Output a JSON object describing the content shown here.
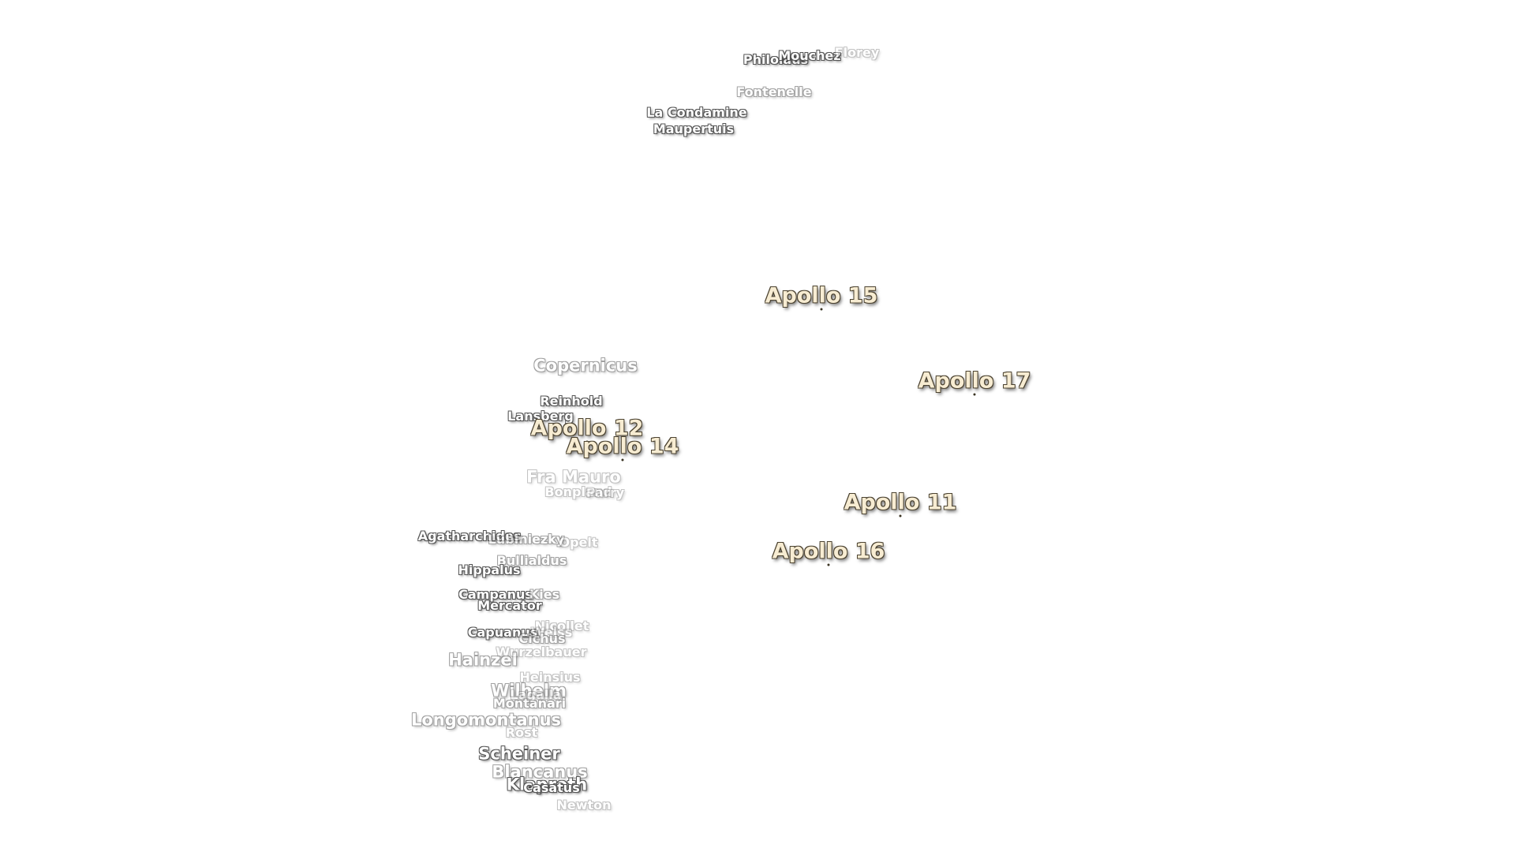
{
  "map": {
    "apollo_sites": [
      {
        "name": "Apollo 15"
      },
      {
        "name": "Apollo 17"
      },
      {
        "name": "Apollo 12"
      },
      {
        "name": "Apollo 14"
      },
      {
        "name": "Apollo 11"
      },
      {
        "name": "Apollo 16"
      }
    ],
    "craters": [
      {
        "name": "Philolaus"
      },
      {
        "name": "Mouchez"
      },
      {
        "name": "Florey"
      },
      {
        "name": "Fontenelle"
      },
      {
        "name": "La Condamine"
      },
      {
        "name": "Maupertuis"
      },
      {
        "name": "Copernicus"
      },
      {
        "name": "Reinhold"
      },
      {
        "name": "Lansberg"
      },
      {
        "name": "Fra Mauro"
      },
      {
        "name": "Bonpland"
      },
      {
        "name": "Parry"
      },
      {
        "name": "Agatharchides"
      },
      {
        "name": "Lubiniezky"
      },
      {
        "name": "Opelt"
      },
      {
        "name": "Bullialdus"
      },
      {
        "name": "Hippalus"
      },
      {
        "name": "Campanus"
      },
      {
        "name": "Kies"
      },
      {
        "name": "Mercator"
      },
      {
        "name": "Capuanus"
      },
      {
        "name": "Nicollet"
      },
      {
        "name": "Weiss"
      },
      {
        "name": "Cichus"
      },
      {
        "name": "Wurzelbauer"
      },
      {
        "name": "Hainzel"
      },
      {
        "name": "Heinsius"
      },
      {
        "name": "Wilhelm"
      },
      {
        "name": "Lagalla"
      },
      {
        "name": "Montanari"
      },
      {
        "name": "Longomontanus"
      },
      {
        "name": "Rost"
      },
      {
        "name": "Scheiner"
      },
      {
        "name": "Blancanus"
      },
      {
        "name": "Klaproth"
      },
      {
        "name": "Casatus"
      },
      {
        "name": "Newton"
      }
    ]
  }
}
